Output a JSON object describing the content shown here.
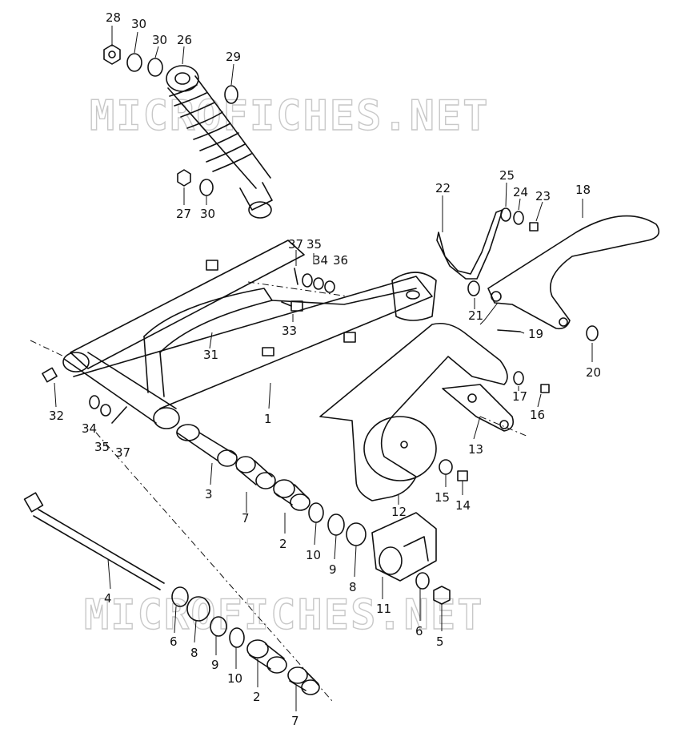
{
  "watermark": "MICROFICHES.NET",
  "callouts": [
    "28",
    "30",
    "30",
    "26",
    "29",
    "27",
    "30",
    "22",
    "25",
    "24",
    "23",
    "18",
    "37",
    "35",
    "34",
    "36",
    "33",
    "31",
    "21",
    "19",
    "20",
    "32",
    "34",
    "35",
    "37",
    "17",
    "16",
    "13",
    "1",
    "3",
    "7",
    "12",
    "15",
    "14",
    "2",
    "10",
    "9",
    "8",
    "4",
    "11",
    "6",
    "5",
    "6",
    "8",
    "9",
    "10",
    "2",
    "7"
  ]
}
